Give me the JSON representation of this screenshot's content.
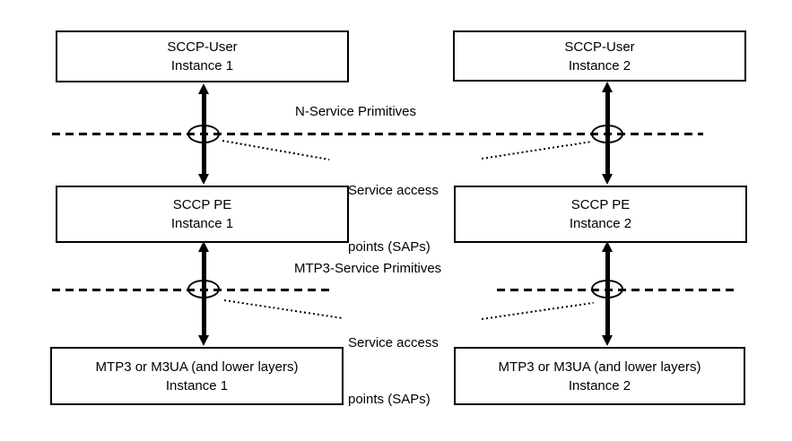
{
  "diagram": {
    "boxes": [
      {
        "id": "sccp-user-1",
        "line1": "SCCP-User",
        "line2": "Instance 1"
      },
      {
        "id": "sccp-user-2",
        "line1": "SCCP-User",
        "line2": "Instance 2"
      },
      {
        "id": "sccp-pe-1",
        "line1": "SCCP PE",
        "line2": "Instance 1"
      },
      {
        "id": "sccp-pe-2",
        "line1": "SCCP PE",
        "line2": "Instance 2"
      },
      {
        "id": "mtp3-1",
        "line1": "MTP3 or M3UA (and lower layers)",
        "line2": "Instance 1"
      },
      {
        "id": "mtp3-2",
        "line1": "MTP3 or M3UA (and lower layers)",
        "line2": "Instance 2"
      }
    ],
    "labels": {
      "n_service_primitives": "N-Service Primitives",
      "mtp3_service_primitives": "MTP3-Service Primitives",
      "sap_top_line1": "Service access",
      "sap_top_line2": "points (SAPs)",
      "sap_bottom_line1": "Service access",
      "sap_bottom_line2": "points (SAPs)"
    },
    "colors": {
      "line": "#000000",
      "background": "#ffffff"
    }
  }
}
